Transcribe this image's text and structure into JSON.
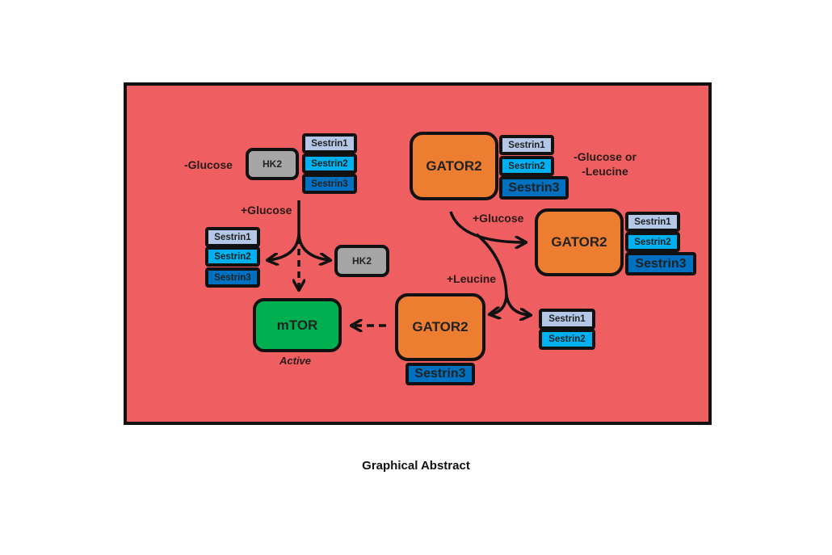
{
  "diagram": {
    "background_color": "#ef5f61",
    "colors": {
      "gator2": "#ed7d31",
      "hk2": "#a6a6a6",
      "mtor": "#00b050",
      "sestrin1": "#b4c7e7",
      "sestrin2": "#00b0f0",
      "sestrin3": "#0070c0"
    },
    "top_left_complex": {
      "condition": "-Glucose",
      "hk2": "HK2",
      "sestrins": [
        "Sestrin1",
        "Sestrin2",
        "Sestrin3"
      ]
    },
    "glucose_split": {
      "condition": "+Glucose",
      "released_sestrins": [
        "Sestrin1",
        "Sestrin2",
        "Sestrin3"
      ],
      "released_hk2": "HK2"
    },
    "mtor": {
      "label": "mTOR",
      "state": "Active"
    },
    "top_right_complex": {
      "gator2": "GATOR2",
      "sestrins": [
        "Sestrin1",
        "Sestrin2",
        "Sestrin3"
      ],
      "condition_line1": "-Glucose or",
      "condition_line2": "-Leucine"
    },
    "glucose_branch": {
      "condition": "+Glucose",
      "gator2": "GATOR2",
      "sestrins": [
        "Sestrin1",
        "Sestrin2",
        "Sestrin3"
      ]
    },
    "leucine_branch": {
      "condition": "+Leucine",
      "gator2": "GATOR2",
      "bound_sestrin": "Sestrin3",
      "released_sestrins": [
        "Sestrin1",
        "Sestrin2"
      ]
    }
  },
  "caption": "Graphical Abstract"
}
